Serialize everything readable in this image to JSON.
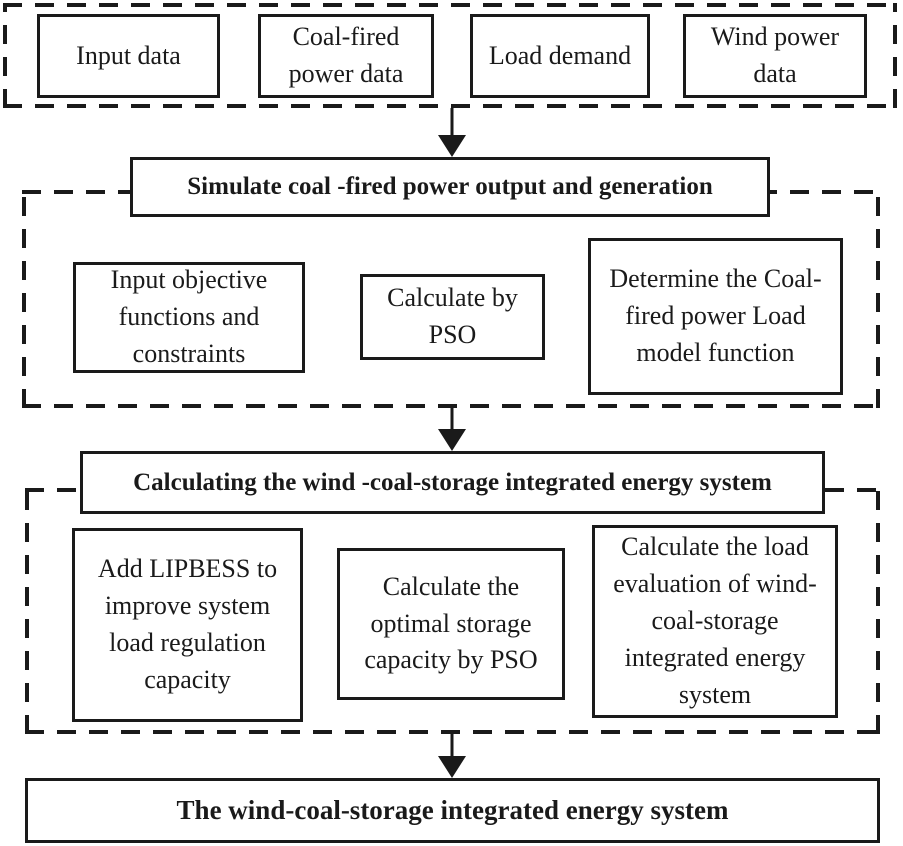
{
  "figure": {
    "type": "flowchart",
    "background": "#ffffff",
    "line_color": "#1a1a1a",
    "text_color": "#1a1a1a"
  },
  "sections": {
    "inputs": {
      "boxes": [
        {
          "label": "Input data"
        },
        {
          "label": "Coal-fired\npower data"
        },
        {
          "label": "Load demand"
        },
        {
          "label": "Wind power\ndata"
        }
      ]
    },
    "simulation": {
      "title": "Simulate coal -fired power output and generation",
      "boxes": [
        {
          "label": "Input objective\nfunctions and\nconstraints"
        },
        {
          "label": "Calculate by\nPSO"
        },
        {
          "label": "Determine the Coal-\nfired power Load\nmodel function"
        }
      ]
    },
    "calculation": {
      "title": "Calculating the wind -coal-storage integrated energy system",
      "boxes": [
        {
          "label": "Add LIPBESS to\nimprove system\nload regulation\ncapacity"
        },
        {
          "label": "Calculate the\noptimal storage\ncapacity by PSO"
        },
        {
          "label": "Calculate the load\nevaluation of wind-\ncoal-storage\nintegrated energy\nsystem"
        }
      ]
    },
    "result": {
      "title": "The wind-coal-storage integrated energy system"
    }
  },
  "arrows": [
    {
      "name": "inputs-to-simulation"
    },
    {
      "name": "simulation-to-calculation"
    },
    {
      "name": "calculation-to-result"
    }
  ]
}
